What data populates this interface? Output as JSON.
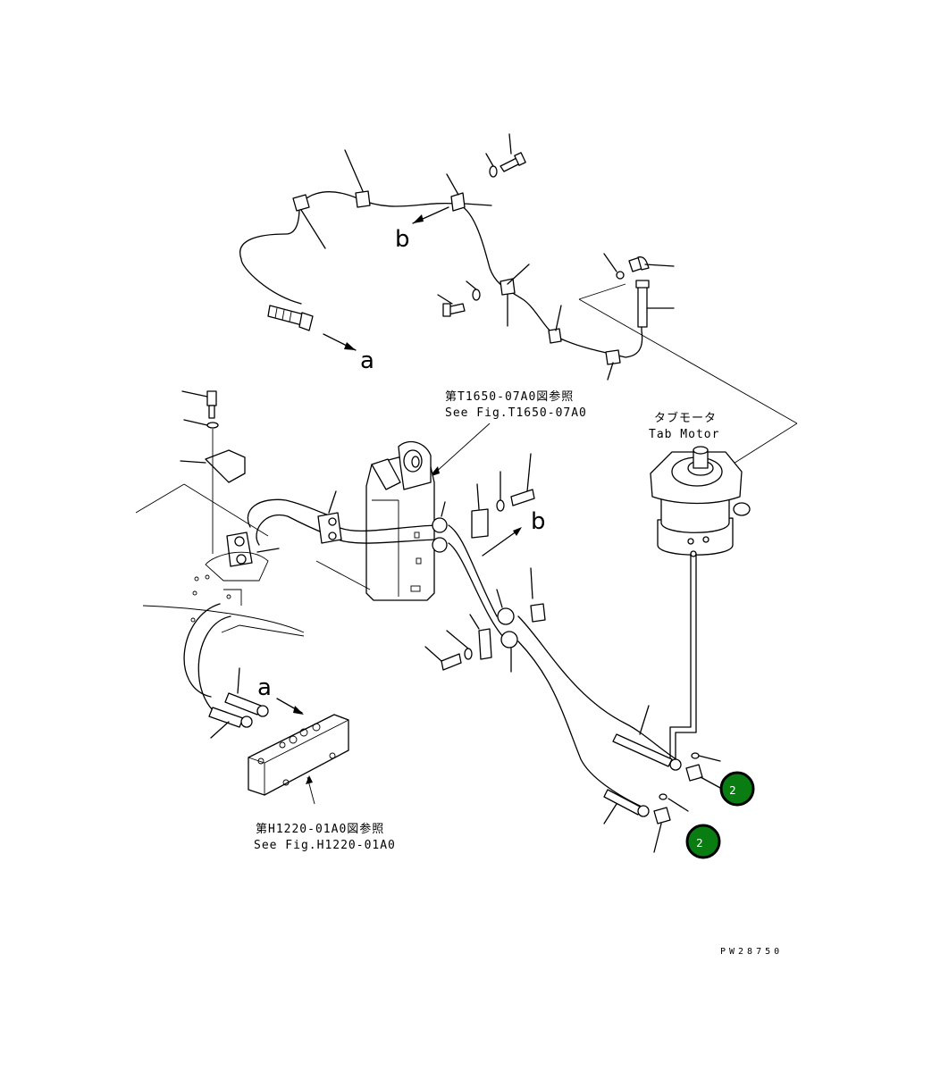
{
  "references": {
    "upper_jp": "第T1650-07A0図参照",
    "upper_en": "See Fig.T1650-07A0",
    "lower_jp": "第H1220-01A0図参照",
    "lower_en": "See Fig.H1220-01A0"
  },
  "motor": {
    "label_jp": "タブモータ",
    "label_en": "Tab Motor"
  },
  "connection_letters": {
    "a": "a",
    "b": "b"
  },
  "callouts": [
    {
      "label": "2"
    },
    {
      "label": "2"
    }
  ],
  "drawing_code": "PW28750",
  "colors": {
    "callout_fill": "#0a7d12",
    "line": "#000000"
  }
}
